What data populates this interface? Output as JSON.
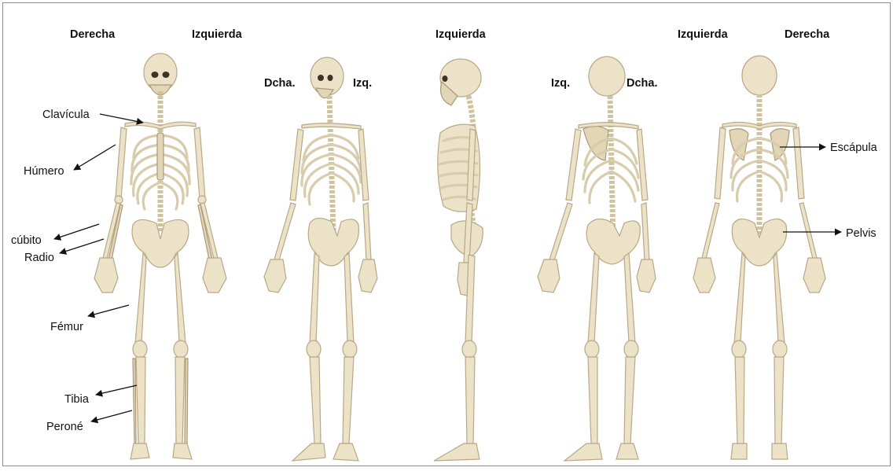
{
  "headers": {
    "front_right": "Derecha",
    "front_left": "Izquierda",
    "oblique_right": "Dcha.",
    "oblique_left": "Izq.",
    "side": "Izquierda",
    "back_oblique_left": "Izq.",
    "back_oblique_right": "Dcha.",
    "back_left": "Izquierda",
    "back_right": "Derecha"
  },
  "labels": {
    "clavicula": "Clavícula",
    "humero": "Húmero",
    "cubito": "cúbito",
    "radio": "Radio",
    "femur": "Fémur",
    "tibia": "Tibia",
    "perone": "Peroné",
    "escapula": "Escápula",
    "pelvis": "Pelvis"
  },
  "colors": {
    "bone": "#ece2c8",
    "bone_outline": "#b7a887",
    "text": "#111111",
    "border": "#8c8c8c"
  }
}
